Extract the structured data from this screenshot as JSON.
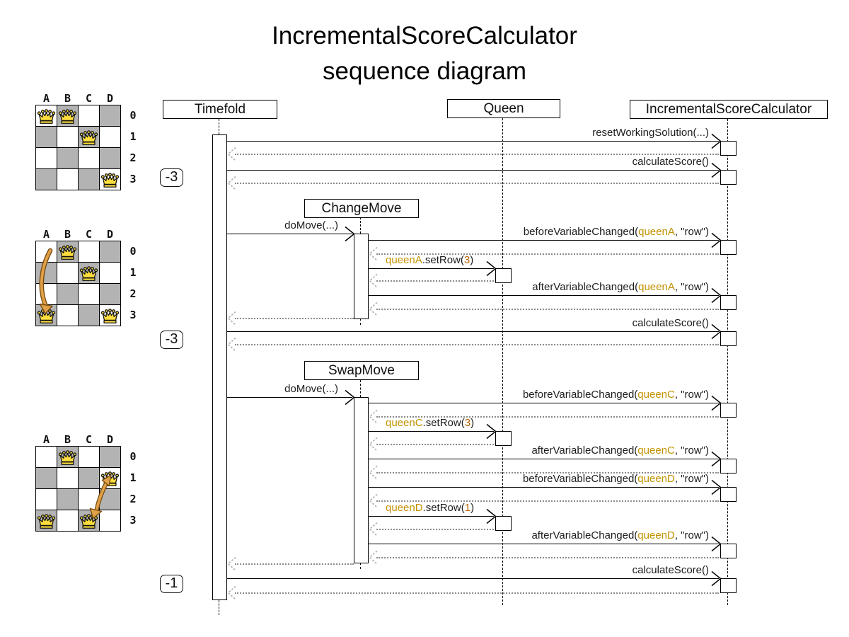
{
  "title": {
    "line1": "IncrementalScoreCalculator",
    "line2": "sequence diagram"
  },
  "participants": {
    "timefold": "Timefold",
    "queen": "Queen",
    "calculator": "IncrementalScoreCalculator",
    "changemove": "ChangeMove",
    "swapmove": "SwapMove"
  },
  "scores": [
    {
      "value": "-3"
    },
    {
      "value": "-3"
    },
    {
      "value": "-1"
    }
  ],
  "messages": {
    "m1": {
      "text": "resetWorkingSolution(...)"
    },
    "m2": {
      "text": "calculateScore()"
    },
    "m3": {
      "text": "doMove(...)"
    },
    "m4": {
      "pre": "beforeVariableChanged(",
      "arg": "queenA",
      "post": ", \"row\")"
    },
    "m5": {
      "arg": "queenA",
      "mid": ".setRow(",
      "num": "3",
      "post": ")"
    },
    "m6": {
      "pre": "afterVariableChanged(",
      "arg": "queenA",
      "post": ", \"row\")"
    },
    "m7": {
      "text": "calculateScore()"
    },
    "m8": {
      "text": "doMove(...)"
    },
    "m9": {
      "pre": "beforeVariableChanged(",
      "arg": "queenC",
      "post": ", \"row\")"
    },
    "m10": {
      "arg": "queenC",
      "mid": ".setRow(",
      "num": "3",
      "post": ")"
    },
    "m11": {
      "pre": "afterVariableChanged(",
      "arg": "queenC",
      "post": ", \"row\")"
    },
    "m12": {
      "pre": "beforeVariableChanged(",
      "arg": "queenD",
      "post": ", \"row\")"
    },
    "m13": {
      "arg": "queenD",
      "mid": ".setRow(",
      "num": "1",
      "post": ")"
    },
    "m14": {
      "pre": "afterVariableChanged(",
      "arg": "queenD",
      "post": ", \"row\")"
    },
    "m15": {
      "text": "calculateScore()"
    }
  },
  "boards": {
    "cols": [
      "A",
      "B",
      "C",
      "D"
    ],
    "rows": [
      "0",
      "1",
      "2",
      "3"
    ],
    "board1": {
      "queens": [
        [
          0,
          0
        ],
        [
          1,
          0
        ],
        [
          2,
          1
        ],
        [
          3,
          3
        ]
      ],
      "arrow": null
    },
    "board2": {
      "queens": [
        [
          1,
          0
        ],
        [
          2,
          1
        ],
        [
          0,
          3
        ],
        [
          3,
          3
        ]
      ],
      "arrow": {
        "fromCell": "A0",
        "toCell": "A3",
        "bidirectional": false
      }
    },
    "board3": {
      "queens": [
        [
          1,
          0
        ],
        [
          3,
          1
        ],
        [
          0,
          3
        ],
        [
          2,
          3
        ]
      ],
      "arrow": {
        "fromCell": "D1",
        "toCell": "C3",
        "bidirectional": true
      }
    }
  },
  "colors": {
    "queenRef": "#c49200",
    "numberArg": "#bf6300",
    "boardDark": "#b3b3b3",
    "queenFill": "#ffdf3e",
    "moveArrow": "#e0a148"
  }
}
